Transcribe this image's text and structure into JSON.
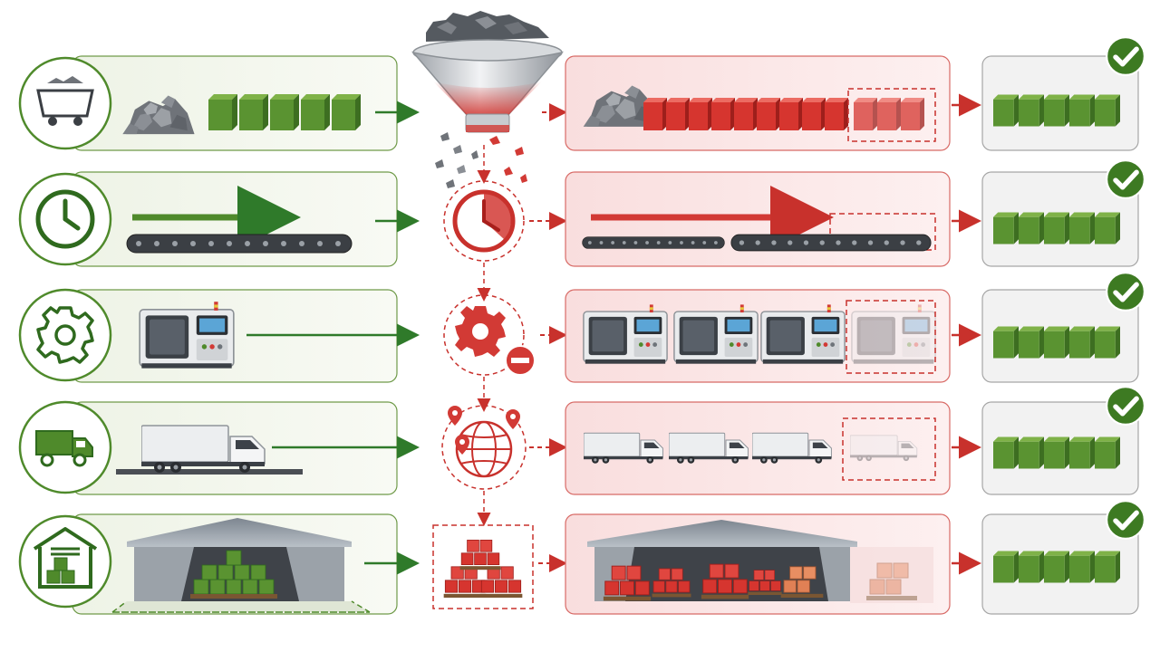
{
  "diagram": {
    "kind": "supply-chain-disruption-infographic",
    "colors": {
      "good": "#4f8a2b",
      "good_dark": "#2f6a1e",
      "bad": "#d23a35",
      "bad_dark": "#a81f1c",
      "bad_panel": "#fbe9e9",
      "good_panel": "#f3f6ee",
      "result_panel": "#f2f2f2",
      "rock": "#7a7d82",
      "metal": "#c9ccd1"
    },
    "rows": [
      {
        "id": "raw-materials",
        "left_icon": "mine-cart-icon",
        "center_icon": "funnel-icon",
        "normal": "rocks-and-blocks",
        "disrupted": "rocks-and-red-blocks",
        "result": "green-blocks",
        "normal_blocks": 5,
        "red_blocks": 11,
        "dashed_blocks": 3,
        "result_blocks": 5
      },
      {
        "id": "lead-time",
        "left_icon": "clock-icon",
        "center_icon": "red-clock-icon",
        "normal": "short-arrow-conveyor",
        "disrupted": "long-arrow-conveyor",
        "result": "green-blocks",
        "result_blocks": 5
      },
      {
        "id": "capacity",
        "left_icon": "gear-icon",
        "center_icon": "gear-minus-icon",
        "normal": "one-cnc-machine",
        "disrupted": "three-cnc-machines",
        "result": "green-blocks",
        "machines": 3,
        "faded_machines": 1,
        "result_blocks": 5
      },
      {
        "id": "logistics",
        "left_icon": "truck-icon",
        "center_icon": "globe-pins-icon",
        "normal": "one-truck",
        "disrupted": "three-trucks",
        "result": "green-blocks",
        "trucks": 3,
        "faded_trucks": 1,
        "result_blocks": 5
      },
      {
        "id": "inventory",
        "left_icon": "warehouse-icon",
        "center_icon": "red-pallet-icon",
        "normal": "warehouse-green-stock",
        "disrupted": "warehouse-red-stock",
        "result": "green-blocks",
        "pallets": 4,
        "faded_pallets": 1,
        "result_blocks": 5
      }
    ]
  }
}
